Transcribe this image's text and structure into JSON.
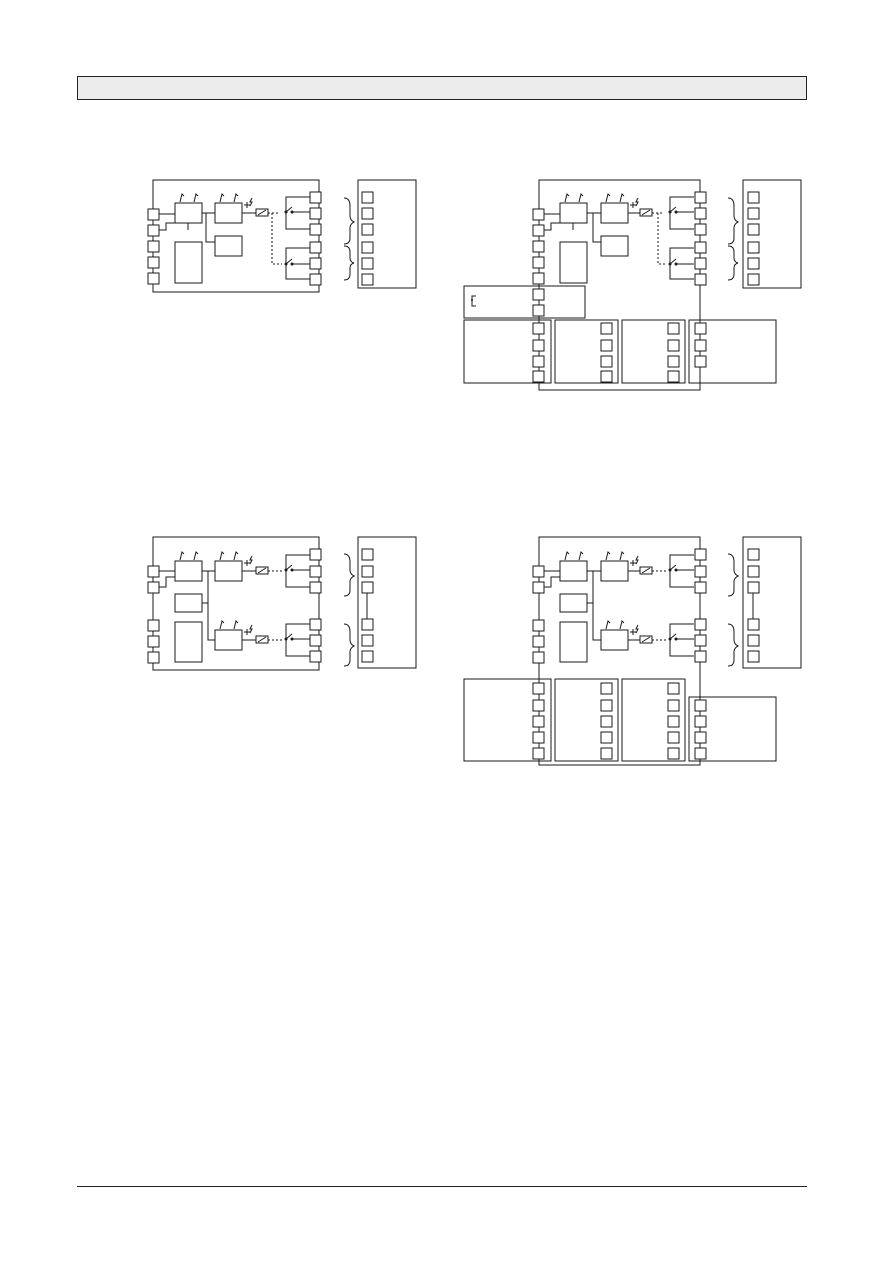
{
  "header": {
    "title": ""
  },
  "diagrams": [
    {
      "id": "one-channel-basic"
    },
    {
      "id": "one-channel-with-modules"
    },
    {
      "id": "two-channel-basic"
    },
    {
      "id": "two-channel-with-modules"
    }
  ],
  "colors": {
    "line": "#1a1a1a",
    "header_fill": "#ececec",
    "background": "#ffffff"
  }
}
